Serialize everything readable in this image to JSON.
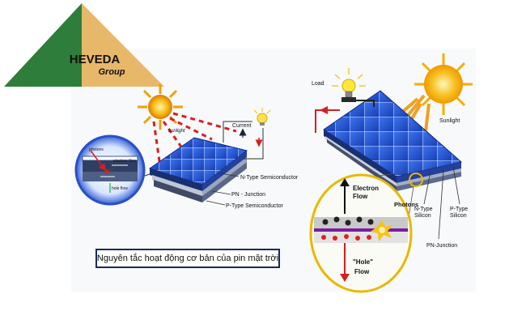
{
  "logo": {
    "brand": "HEVEDA",
    "sub": "Group",
    "colors": {
      "left": "#2e7d3a",
      "right": "#e8b86a",
      "brand_text": "#c0392b",
      "sub_text": "#b5651d"
    }
  },
  "left_diagram": {
    "sunlight": "sunlight",
    "current": "Current",
    "n_type": "N-Type Semiconductor",
    "pn_junction": "PN - Junction",
    "p_type": "P-Type Semiconductor",
    "inset": {
      "photons": "photons",
      "electron_flow": "electron flow",
      "hole_flow": "hole flow"
    }
  },
  "right_diagram": {
    "load": "Load",
    "sunlight": "Sunlight",
    "electron_flow_1": "Electron",
    "electron_flow_2": "Flow",
    "photons": "Photons",
    "hole_flow_1": "\"Hole\"",
    "hole_flow_2": "Flow",
    "n_type_1": "N-Type",
    "n_type_2": "Silicon",
    "p_type_1": "P-Type",
    "p_type_2": "Silicon",
    "pn_junction": "PN-Junction"
  },
  "caption": "Nguyên tắc hoạt động cơ bản của pin mặt trời",
  "colors": {
    "panel": "#1f4fd1",
    "panel_dark": "#12339a",
    "sun": "#f6a800",
    "ray": "#d81e1e",
    "arrow_orange": "#f0a020"
  }
}
